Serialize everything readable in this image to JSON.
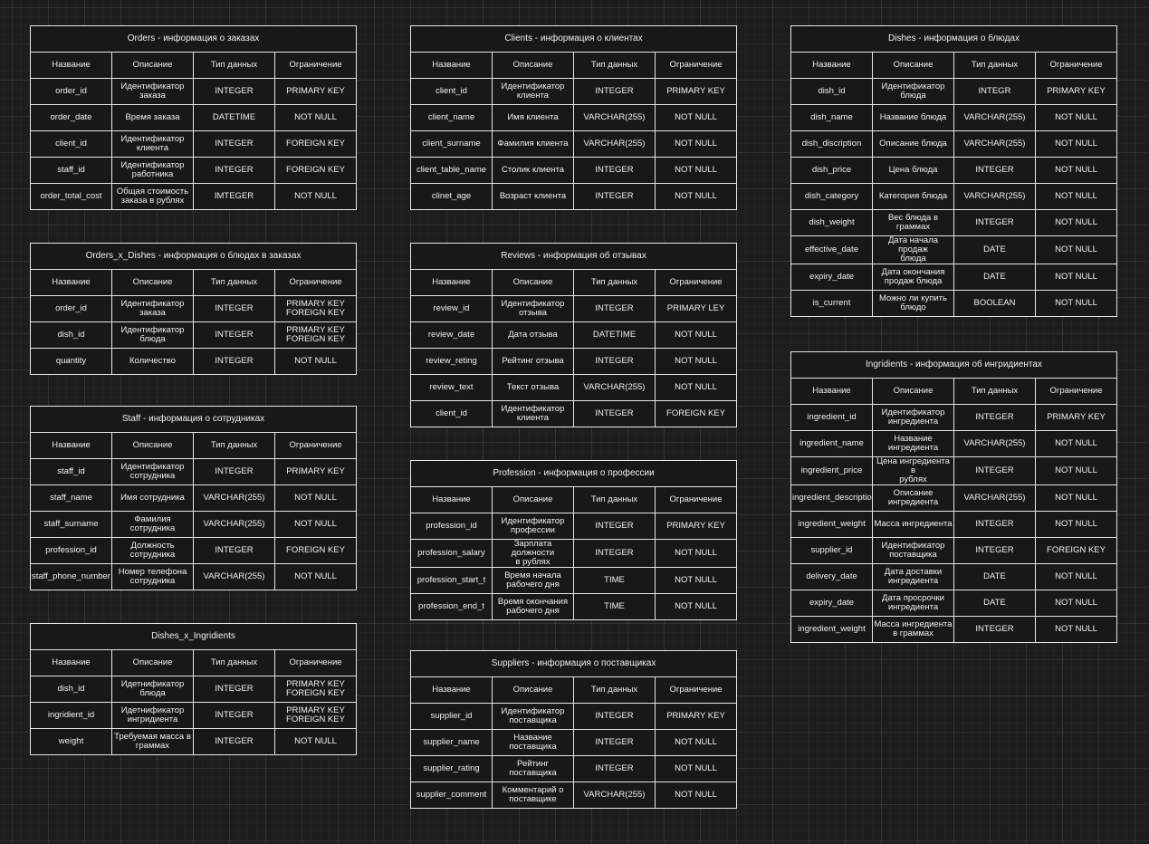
{
  "headers": [
    "Название",
    "Описание",
    "Тип данных",
    "Ограничение"
  ],
  "tables": {
    "orders": {
      "title": "Orders - информация о заказах",
      "rows": [
        [
          "order_id",
          "Идентификатор\nзаказа",
          "INTEGER",
          "PRIMARY KEY"
        ],
        [
          "order_date",
          "Время заказа",
          "DATETIME",
          "NOT NULL"
        ],
        [
          "client_id",
          "Идентификатор\nклиента",
          "INTEGER",
          "FOREIGN KEY"
        ],
        [
          "staff_id",
          "Идентификатор\nработника",
          "INTEGER",
          "FOREIGN KEY"
        ],
        [
          "order_total_cost",
          "Общая стоимость\nзаказа в рублях",
          "IMTEGER",
          "NOT NULL"
        ]
      ]
    },
    "orders_x_dishes": {
      "title": "Orders_x_Dishes - информация о блюдах в заказах",
      "rows": [
        [
          "order_id",
          "Идентификатор\nзаказа",
          "INTEGER",
          "PRIMARY KEY\nFOREIGN KEY"
        ],
        [
          "dish_id",
          "Идентификатор\nблюда",
          "INTEGER",
          "PRIMARY KEY\nFOREIGN KEY"
        ],
        [
          "quantity",
          "Количество",
          "INTEGER",
          "NOT NULL"
        ]
      ]
    },
    "staff": {
      "title": "Staff - информация о сотрудниках",
      "rows": [
        [
          "staff_id",
          "Идентификатор\nсотрудника",
          "INTEGER",
          "PRIMARY KEY"
        ],
        [
          "staff_name",
          "Имя сотрудника",
          "VARCHAR(255)",
          "NOT NULL"
        ],
        [
          "staff_surname",
          "Фамилия сотрудника",
          "VARCHAR(255)",
          "NOT NULL"
        ],
        [
          "profession_id",
          "Должность\nсотрудника",
          "INTEGER",
          "FOREIGN KEY"
        ],
        [
          "staff_phone_number",
          "Номер телефона\nсотрудника",
          "VARCHAR(255)",
          "NOT NULL"
        ]
      ]
    },
    "dishes_x_ingridients": {
      "title": "Dishes_x_Ingridients",
      "rows": [
        [
          "dish_id",
          "Идетнификатор\nблюда",
          "INTEGER",
          "PRIMARY KEY\nFOREIGN KEY"
        ],
        [
          "ingridient_id",
          "Идетнификатор\nингридиента",
          "INTEGER",
          "PRIMARY KEY\nFOREIGN KEY"
        ],
        [
          "weight",
          "Требуемая масса в\nграммах",
          "INTEGER",
          "NOT NULL"
        ]
      ]
    },
    "clients": {
      "title": "Clients - информация о клиентах",
      "rows": [
        [
          "client_id",
          "Идентификатор\nклиента",
          "INTEGER",
          "PRIMARY KEY"
        ],
        [
          "client_name",
          "Имя клиента",
          "VARCHAR(255)",
          "NOT NULL"
        ],
        [
          "client_surname",
          "Фамилия клиента",
          "VARCHAR(255)",
          "NOT NULL"
        ],
        [
          "client_table_name",
          "Столик клиента",
          "INTEGER",
          "NOT NULL"
        ],
        [
          "clinet_age",
          "Возраст клиента",
          "INTEGER",
          "NOT NULL"
        ]
      ]
    },
    "reviews": {
      "title": "Reviews - информация об отзывах",
      "rows": [
        [
          "review_id",
          "Идентификатор\nотзыва",
          "INTEGER",
          "PRIMARY LEY"
        ],
        [
          "review_date",
          "Дата отзыва",
          "DATETIME",
          "NOT NULL"
        ],
        [
          "review_reting",
          "Рейтинг отзыва",
          "INTEGER",
          "NOT NULL"
        ],
        [
          "review_text",
          "Текст отзыва",
          "VARCHAR(255)",
          "NOT NULL"
        ],
        [
          "client_id",
          "Идентификатор\nклиента",
          "INTEGER",
          "FOREIGN KEY"
        ]
      ]
    },
    "profession": {
      "title": "Profession - информация о профессии",
      "rows": [
        [
          "profession_id",
          "Идентификатор\nпрофессии",
          "INTEGER",
          "PRIMARY KEY"
        ],
        [
          "profession_salary",
          "Зарплата должности\nв рублях",
          "INTEGER",
          "NOT NULL"
        ],
        [
          "profession_start_t",
          "Время начала\nрабочего дня",
          "TIME",
          "NOT NULL"
        ],
        [
          "profession_end_t",
          "Время окончания\nрабочего дня",
          "TIME",
          "NOT NULL"
        ]
      ]
    },
    "suppliers": {
      "title": "Suppliers - информация о поставщиках",
      "rows": [
        [
          "supplier_id",
          "Идентификатор\nпоставщика",
          "INTEGER",
          "PRIMARY KEY"
        ],
        [
          "supplier_name",
          "Название\nпоставщика",
          "INTEGER",
          "NOT NULL"
        ],
        [
          "supplier_rating",
          "Рейтинг поставщика",
          "INTEGER",
          "NOT NULL"
        ],
        [
          "supplier_comment",
          "Комментарий о\nпоставщике",
          "VARCHAR(255)",
          "NOT NULL"
        ]
      ]
    },
    "dishes": {
      "title": "Dishes - информация о блюдах",
      "rows": [
        [
          "dish_id",
          "Идентификатор\nблюда",
          "INTEGR",
          "PRIMARY KEY"
        ],
        [
          "dish_name",
          "Название блюда",
          "VARCHAR(255)",
          "NOT NULL"
        ],
        [
          "dish_discription",
          "Описание блюда",
          "VARCHAR(255)",
          "NOT NULL"
        ],
        [
          "dish_price",
          "Цена блюда",
          "INTEGER",
          "NOT NULL"
        ],
        [
          "dish_category",
          "Категория блюда",
          "VARCHAR(255)",
          "NOT NULL"
        ],
        [
          "dish_weight",
          "Вес блюда в\nграммах",
          "INTEGER",
          "NOT NULL"
        ],
        [
          "effective_date",
          "Дата начала продаж\nблюда",
          "DATE",
          "NOT NULL"
        ],
        [
          "expiry_date",
          "Дата окончания\nпродаж блюда",
          "DATE",
          "NOT NULL"
        ],
        [
          "is_current",
          "Можно ли купить\nблюдо",
          "BOOLEAN",
          "NOT NULL"
        ]
      ]
    },
    "ingridients": {
      "title": "Ingridients - информация об ингридиентах",
      "rows": [
        [
          "ingredient_id",
          "Идентификатор\nингредиента",
          "INTEGER",
          "PRIMARY KEY"
        ],
        [
          "ingredient_name",
          "Название\nингредиента",
          "VARCHAR(255)",
          "NOT NULL"
        ],
        [
          "ingredient_price",
          "Цена ингредиента в\nрублях",
          "INTEGER",
          "NOT NULL"
        ],
        [
          "ingredient_description",
          "Описание\nингредиента",
          "VARCHAR(255)",
          "NOT NULL"
        ],
        [
          "ingredient_weight",
          "Масса ингредиента",
          "INTEGER",
          "NOT NULL"
        ],
        [
          "supplier_id",
          "Идентификатор\nпоставщика",
          "INTEGER",
          "FOREIGN KEY"
        ],
        [
          "delivery_date",
          "Дата доставки\nингредиента",
          "DATE",
          "NOT NULL"
        ],
        [
          "expiry_date",
          "Дата просрочки\nингредиента",
          "DATE",
          "NOT NULL"
        ],
        [
          "ingredient_weight",
          "Масса ингредиента\nв граммах",
          "INTEGER",
          "NOT NULL"
        ]
      ]
    }
  }
}
